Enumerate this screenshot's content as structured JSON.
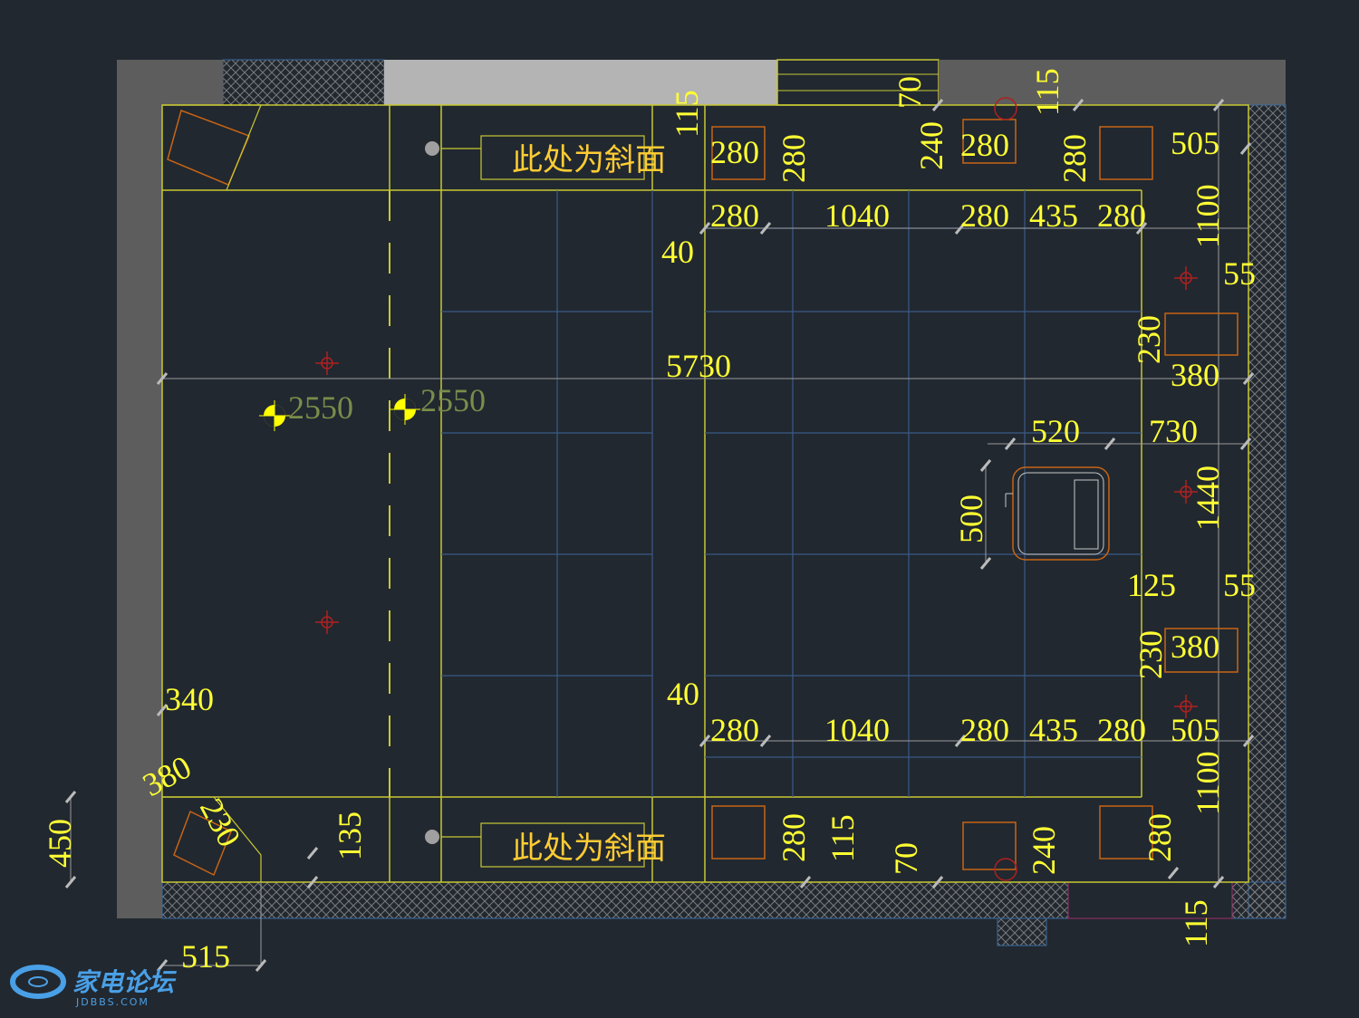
{
  "notes": {
    "top_note": "此处为斜面",
    "bottom_note": "此处为斜面"
  },
  "elevations": {
    "left": "2550",
    "right": "2550"
  },
  "watermark": {
    "brand_cn": "家电论坛",
    "brand_en": "JDBBS.COM"
  },
  "colors": {
    "background": "#212830",
    "wall": "#5d5d5d",
    "yellow_line": "#c8c832",
    "grid": "#3a5a86",
    "dimension": "#ffff33",
    "orange": "#c86414"
  },
  "dimensions": [
    {
      "text": "115",
      "rot": true
    },
    {
      "text": "280"
    },
    {
      "text": "280",
      "rot": true
    },
    {
      "text": "70",
      "rot": true
    },
    {
      "text": "240",
      "rot": true
    },
    {
      "text": "280"
    },
    {
      "text": "115",
      "rot": true
    },
    {
      "text": "280",
      "rot": true
    },
    {
      "text": "505"
    },
    {
      "text": "1100",
      "rot": true
    },
    {
      "text": "280"
    },
    {
      "text": "1040"
    },
    {
      "text": "280"
    },
    {
      "text": "435"
    },
    {
      "text": "280"
    },
    {
      "text": "40"
    },
    {
      "text": "55"
    },
    {
      "text": "230",
      "rot": true
    },
    {
      "text": "380"
    },
    {
      "text": "5730"
    },
    {
      "text": "520"
    },
    {
      "text": "730"
    },
    {
      "text": "1440",
      "rot": true
    },
    {
      "text": "500",
      "rot": true
    },
    {
      "text": "125"
    },
    {
      "text": "55"
    },
    {
      "text": "230",
      "rot": true
    },
    {
      "text": "380"
    },
    {
      "text": "40"
    },
    {
      "text": "280"
    },
    {
      "text": "1040"
    },
    {
      "text": "280"
    },
    {
      "text": "435"
    },
    {
      "text": "280"
    },
    {
      "text": "505"
    },
    {
      "text": "1100",
      "rot": true
    },
    {
      "text": "340"
    },
    {
      "text": "380"
    },
    {
      "text": "230"
    },
    {
      "text": "450",
      "rot": true
    },
    {
      "text": "135",
      "rot": true
    },
    {
      "text": "280",
      "rot": true
    },
    {
      "text": "115",
      "rot": true
    },
    {
      "text": "70",
      "rot": true
    },
    {
      "text": "240",
      "rot": true
    },
    {
      "text": "280",
      "rot": true
    },
    {
      "text": "115",
      "rot": true
    },
    {
      "text": "515"
    }
  ]
}
